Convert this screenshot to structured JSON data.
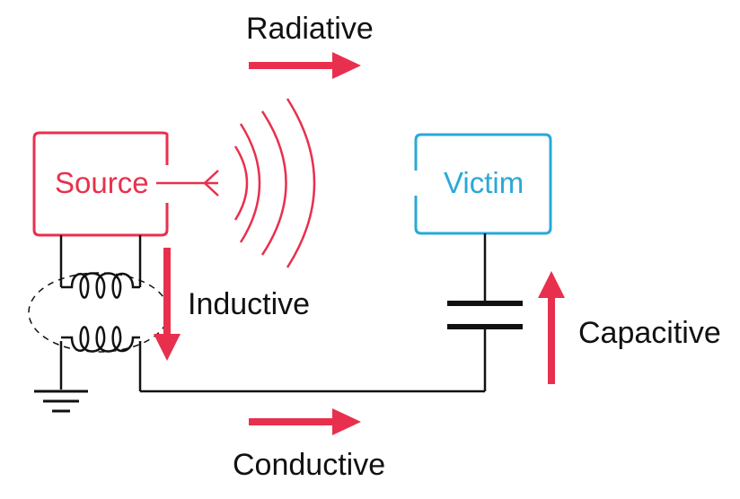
{
  "labels": {
    "radiative": "Radiative",
    "inductive": "Inductive",
    "capacitive": "Capacitive",
    "conductive": "Conductive",
    "source": "Source",
    "victim": "Victim"
  },
  "colors": {
    "arrow": "#e8304e",
    "source": "#e8304e",
    "victim": "#2aa8d8",
    "wire": "#111111"
  }
}
